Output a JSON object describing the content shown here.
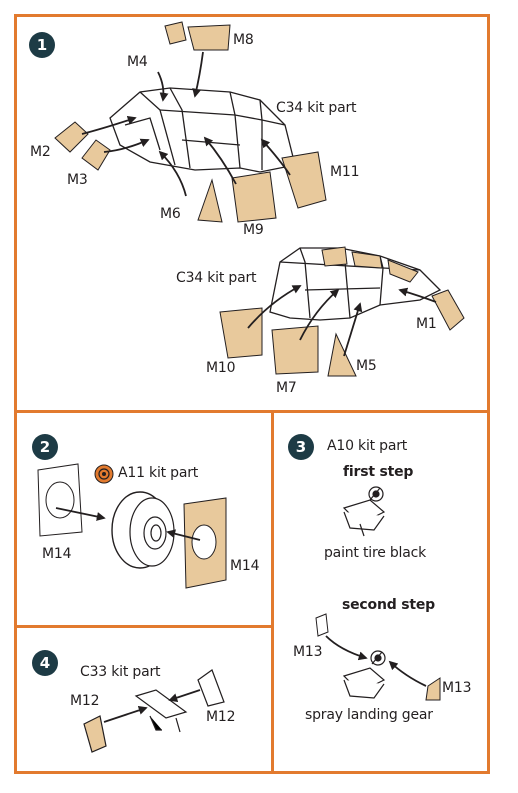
{
  "colors": {
    "frame": "#e27a2e",
    "badge": "#1d3b45",
    "mask": "#e8c99c",
    "arrow": "#231f20"
  },
  "step1": {
    "number": "1",
    "labels": {
      "m8": "M8",
      "m4": "M4",
      "m2": "M2",
      "m3": "M3",
      "m6": "M6",
      "m9": "M9",
      "m11": "M11",
      "kit_top": "C34 kit part",
      "kit_bottom": "C34 kit part",
      "m1": "M1",
      "m10": "M10",
      "m7": "M7",
      "m5": "M5"
    }
  },
  "step2": {
    "number": "2",
    "labels": {
      "kit": "A11 kit part",
      "m14_left": "M14",
      "m14_right": "M14"
    }
  },
  "step3": {
    "number": "3",
    "labels": {
      "kit": "A10 kit part",
      "first": "first step",
      "paint": "paint tire black",
      "second": "second step",
      "m13_left": "M13",
      "m13_right": "M13",
      "spray": "spray landing gear"
    }
  },
  "step4": {
    "number": "4",
    "labels": {
      "kit": "C33 kit part",
      "m12_left": "M12",
      "m12_right": "M12"
    }
  }
}
